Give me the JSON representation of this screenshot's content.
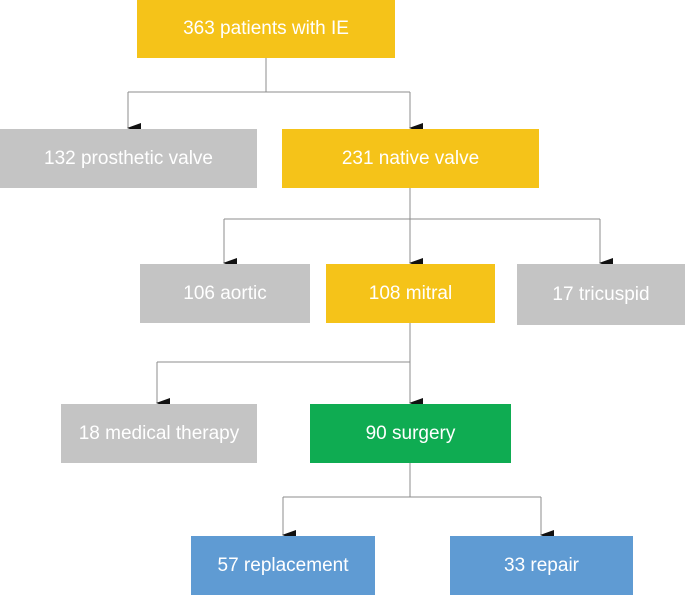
{
  "colors": {
    "highlight": "#f5c319",
    "excluded": "#c4c4c4",
    "surgery": "#0fac52",
    "outcome": "#5f9bd3",
    "connector": "#8c8c8c",
    "arrowhead": "#111111"
  },
  "nodes": {
    "total": "363 patients with IE",
    "prosthetic": "132 prosthetic valve",
    "native": "231 native valve",
    "aortic": "106 aortic",
    "mitral": "108 mitral",
    "tricuspid": "17 tricuspid",
    "medical": "18 medical therapy",
    "surgery": "90 surgery",
    "replacement": "57 replacement",
    "repair": "33 repair"
  }
}
